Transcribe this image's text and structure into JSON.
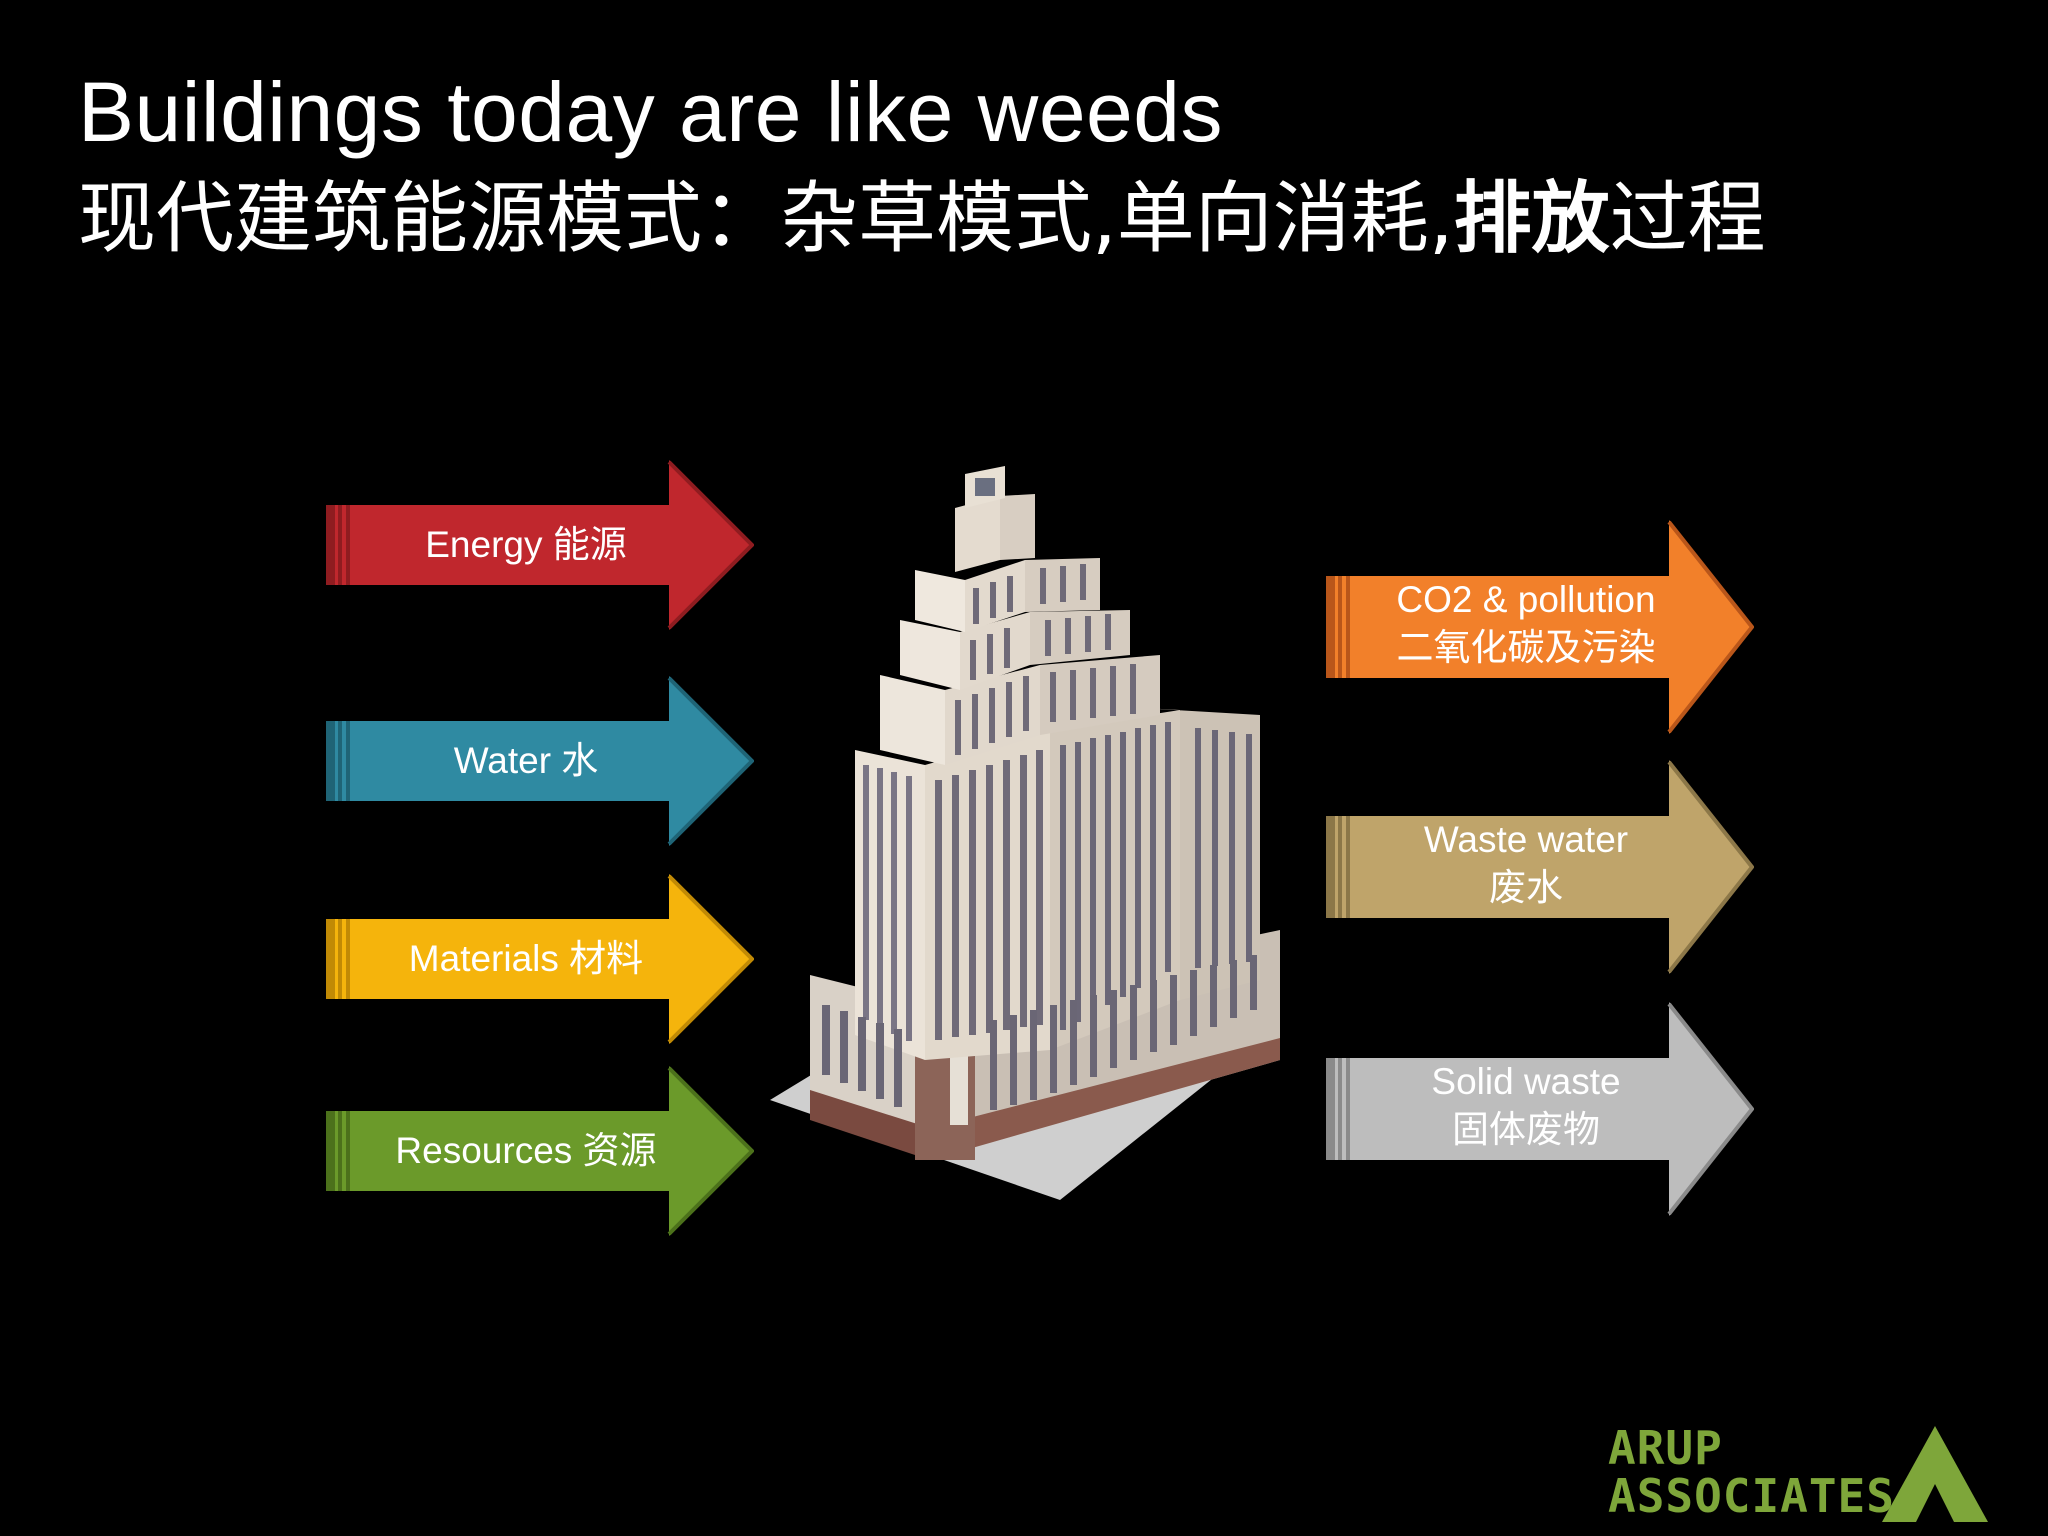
{
  "title": {
    "en": "Buildings today are like weeds",
    "zh_part1": "现代建筑能源模式：杂草模式,单向消耗,",
    "zh_bold": "排放",
    "zh_part2": "过程"
  },
  "inputs": [
    {
      "label": "Energy 能源",
      "color": "#c0272d",
      "dark": "#8f1c20"
    },
    {
      "label": "Water 水",
      "color": "#2f8aa2",
      "dark": "#1f6476"
    },
    {
      "label": "Materials 材料",
      "color": "#f5b40c",
      "dark": "#c18a05"
    },
    {
      "label": "Resources 资源",
      "color": "#6b9a2a",
      "dark": "#4c711b"
    }
  ],
  "outputs": [
    {
      "line1": "CO2 & pollution",
      "line2": "二氧化碳及污染",
      "color": "#f2802a",
      "dark": "#b9561a"
    },
    {
      "line1": "Waste water",
      "line2": "废水",
      "color": "#bfa46a",
      "dark": "#8c7748"
    },
    {
      "line1": "Solid waste",
      "line2": "固体废物",
      "color": "#bdbdbd",
      "dark": "#8a8a8a"
    }
  ],
  "logo": {
    "line1": "ARUP",
    "line2": "ASSOCIATES",
    "color": "#7ea63a"
  }
}
